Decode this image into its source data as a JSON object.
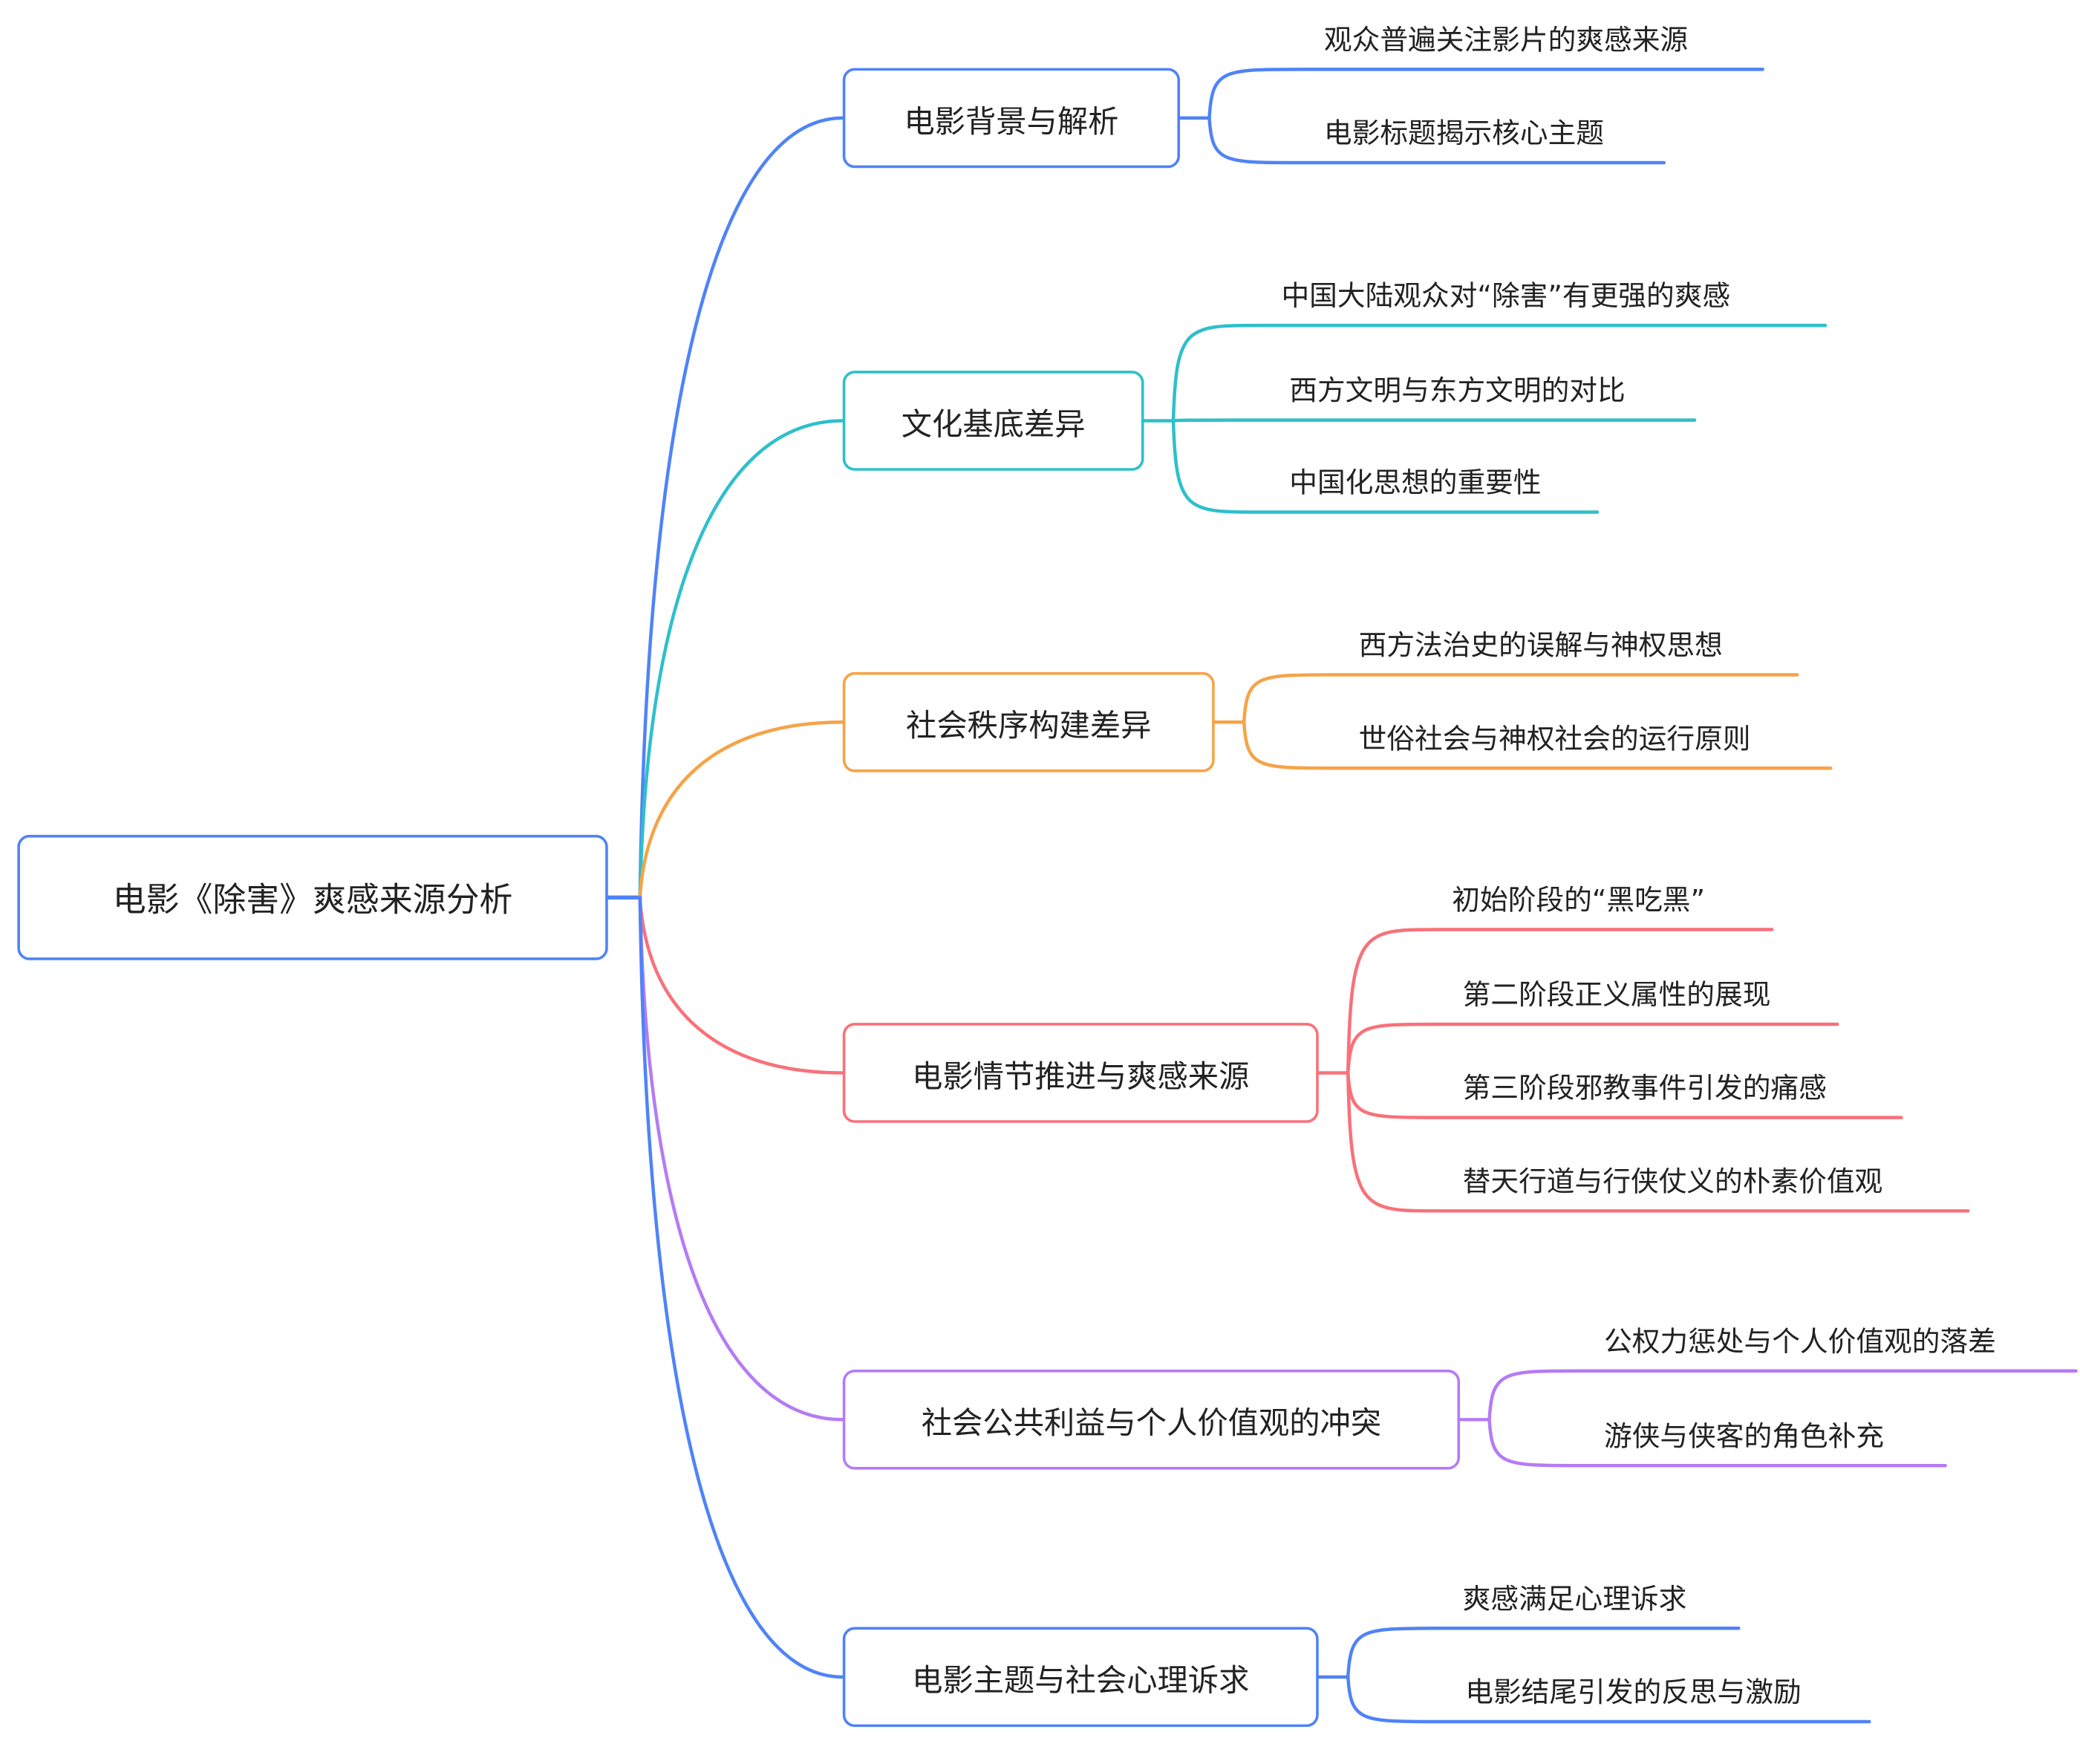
{
  "root": {
    "label": "电影《除害》爽感来源分析",
    "color": "#4f83f7"
  },
  "branches": [
    {
      "label": "电影背景与解析",
      "color": "#4f83f7",
      "children": [
        "观众普遍关注影片的爽感来源",
        "电影标题揭示核心主题"
      ]
    },
    {
      "label": "文化基底差异",
      "color": "#2ebfcc",
      "children": [
        "中国大陆观众对“除害”有更强的爽感",
        "西方文明与东方文明的对比",
        "中国化思想的重要性"
      ]
    },
    {
      "label": "社会秩序构建差异",
      "color": "#f6a346",
      "children": [
        "西方法治史的误解与神权思想",
        "世俗社会与神权社会的运行原则"
      ]
    },
    {
      "label": "电影情节推进与爽感来源",
      "color": "#f87179",
      "children": [
        "初始阶段的“黑吃黑”",
        "第二阶段正义属性的展现",
        "第三阶段邪教事件引发的痛感",
        "替天行道与行侠仗义的朴素价值观"
      ]
    },
    {
      "label": "社会公共利益与个人价值观的冲突",
      "color": "#b57bf5",
      "children": [
        "公权力惩处与个人价值观的落差",
        "游侠与侠客的角色补充"
      ]
    },
    {
      "label": "电影主题与社会心理诉求",
      "color": "#4f83f7",
      "children": [
        "爽感满足心理诉求",
        "电影结尾引发的反思与激励"
      ]
    }
  ]
}
